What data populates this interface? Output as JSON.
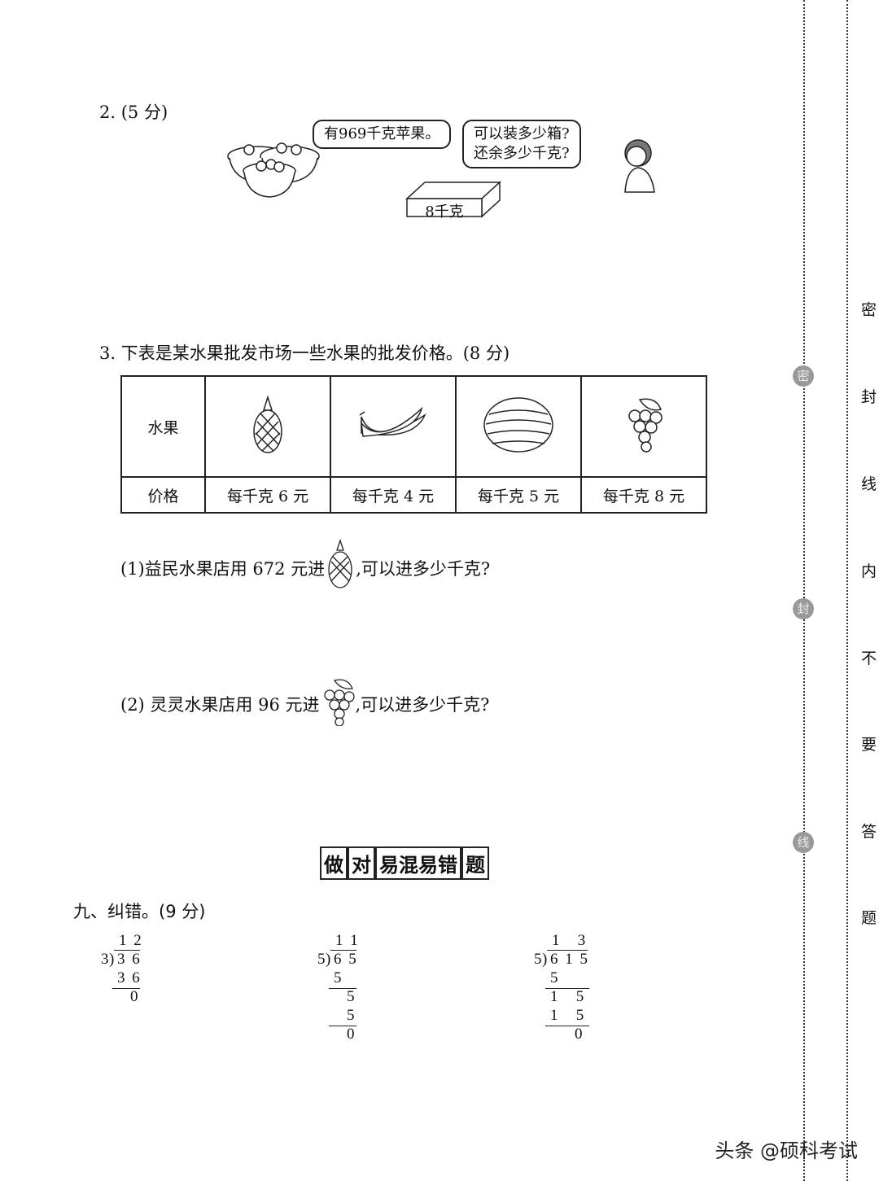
{
  "q2": {
    "title": "2. (5 分)",
    "bubble_left": "有969千克苹果。",
    "bubble_right_line1": "可以装多少箱?",
    "bubble_right_line2": "还余多少千克?",
    "box_label": "8千克"
  },
  "q3": {
    "title": "3. 下表是某水果批发市场一些水果的批发价格。(8 分)",
    "table": {
      "row1_header": "水果",
      "row2_header": "价格",
      "fruits": [
        {
          "icon": "pineapple-icon",
          "price": "每千克 6 元"
        },
        {
          "icon": "banana-icon",
          "price": "每千克 4 元"
        },
        {
          "icon": "watermelon-icon",
          "price": "每千克 5 元"
        },
        {
          "icon": "grape-icon",
          "price": "每千克 8 元"
        }
      ]
    },
    "sub1_before": "(1)益民水果店用 672 元进",
    "sub1_after": ",可以进多少千克?",
    "sub2_before": "(2) 灵灵水果店用 96 元进",
    "sub2_after": ",可以进多少千克?"
  },
  "banner": {
    "part1": "做",
    "part2": "对",
    "part3": "易混易错",
    "part4": "题"
  },
  "q9": {
    "title": "九、纠错。(9 分)",
    "div1": {
      "quotient": "1 2",
      "divisor": "3",
      "dividend": "3 6",
      "step1": "3 6",
      "remainder": "0"
    },
    "div2": {
      "quotient": "1 1",
      "divisor": "5",
      "dividend": "6 5",
      "step1": "5",
      "step2": "5",
      "step3": "5",
      "remainder": "0"
    },
    "div3": {
      "quotient": "1   3",
      "divisor": "5",
      "dividend": "6 1 5",
      "step1": "5",
      "step2": "1   5",
      "step3": "1   5",
      "remainder": "0"
    }
  },
  "margin": {
    "seals": [
      "密",
      "封",
      "线"
    ],
    "vertical_text": [
      "密",
      "封",
      "线",
      "内",
      "不",
      "要",
      "答",
      "题"
    ]
  },
  "watermark": "头条 @硕科考试"
}
